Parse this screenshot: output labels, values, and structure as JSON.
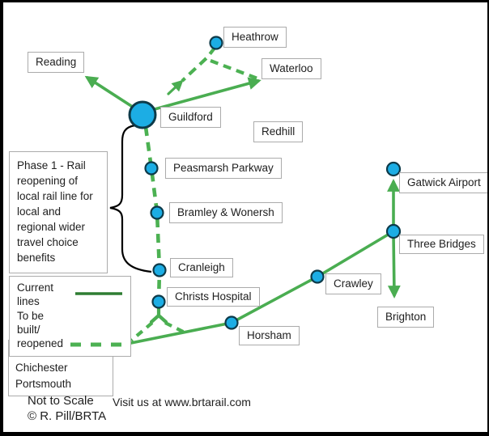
{
  "stations": [
    {
      "id": "reading",
      "label": "Reading"
    },
    {
      "id": "heathrow",
      "label": "Heathrow"
    },
    {
      "id": "waterloo",
      "label": "Waterloo"
    },
    {
      "id": "guildford",
      "label": "Guildford"
    },
    {
      "id": "redhill",
      "label": "Redhill"
    },
    {
      "id": "peasmarsh",
      "label": "Peasmarsh Parkway"
    },
    {
      "id": "bramley",
      "label": "Bramley & Wonersh"
    },
    {
      "id": "cranleigh",
      "label": "Cranleigh"
    },
    {
      "id": "christs_hospital",
      "label": "Christs Hospital"
    },
    {
      "id": "horsham",
      "label": "Horsham"
    },
    {
      "id": "crawley",
      "label": "Crawley"
    },
    {
      "id": "three_bridges",
      "label": "Three Bridges"
    },
    {
      "id": "gatwick",
      "label": "Gatwick Airport"
    },
    {
      "id": "brighton",
      "label": "Brighton"
    },
    {
      "id": "arundel",
      "label": "Arundel Chichester Portsmouth"
    }
  ],
  "phase_note": {
    "text": "Phase 1 - Rail reopening of local rail line for local and regional wider travel choice benefits"
  },
  "legend": {
    "current_label": "Current lines",
    "planned_label_line1": "To be built/",
    "planned_label_line2": "reopened"
  },
  "footer": {
    "scale_note": "Not to Scale",
    "website": "Visit us at www.brtarail.com",
    "copyright": "© R. Pill/BRTA"
  },
  "colors": {
    "line_green": "#4aad51",
    "dash_green": "#4cb152",
    "legend_current_green": "#2e7d32",
    "dot_fill": "#1cade4",
    "dot_stroke": "#0d3a49",
    "brace_black": "#000000",
    "box_border_gray": "#ababab"
  }
}
